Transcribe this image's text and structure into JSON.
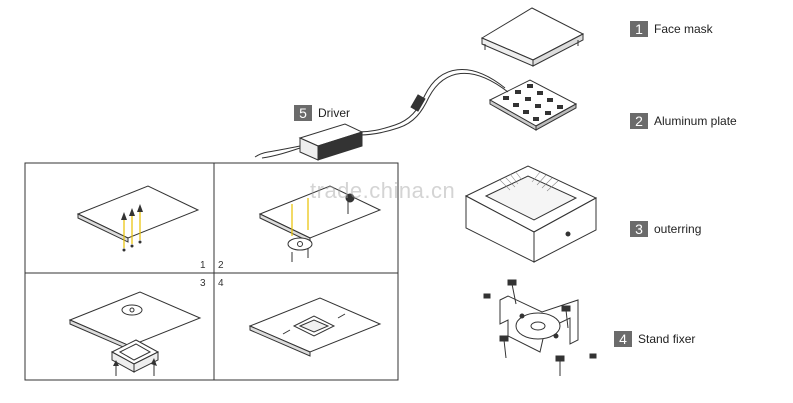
{
  "parts": [
    {
      "number": "1",
      "label": "Face mask"
    },
    {
      "number": "2",
      "label": "Aluminum plate"
    },
    {
      "number": "3",
      "label": "outerring"
    },
    {
      "number": "4",
      "label": "Stand fixer"
    },
    {
      "number": "5",
      "label": "Driver"
    }
  ],
  "steps": [
    "1",
    "2",
    "3",
    "4"
  ],
  "watermark": "trade.china.cn",
  "colors": {
    "line": "#333333",
    "badge": "#6b6b6b",
    "arrow_highlight": "#e8c200"
  }
}
